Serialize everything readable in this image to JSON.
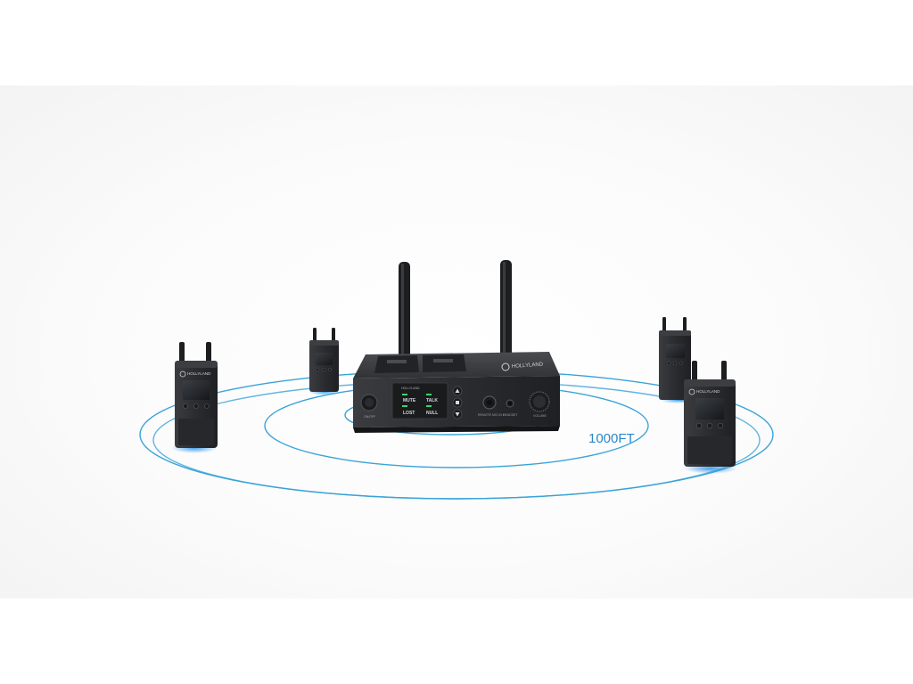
{
  "range_label": "1000FT",
  "colors": {
    "ring": "#3aa3d8",
    "device_body": "#2c2e31",
    "device_dark": "#1b1c1e",
    "glow": "#2f8de0",
    "range_text": "#2a86c9"
  },
  "base_station": {
    "brand_label": "HOLLYLAND",
    "panel_title": "HOLLYLAND",
    "status_labels": [
      "MUTE",
      "TALK",
      "LOST",
      "NULL"
    ],
    "power_label": "ON/OFF",
    "remote_label": "REMOTE MIC IN 1",
    "headset_label": "HEADSET",
    "volume_label": "VOLUME"
  },
  "beltpacks": [
    {
      "id": "left-front",
      "brand_label": "HOLLYLAND"
    },
    {
      "id": "left-back",
      "brand_label": ""
    },
    {
      "id": "right-back",
      "brand_label": ""
    },
    {
      "id": "right-front",
      "brand_label": "HOLLYLAND"
    }
  ]
}
